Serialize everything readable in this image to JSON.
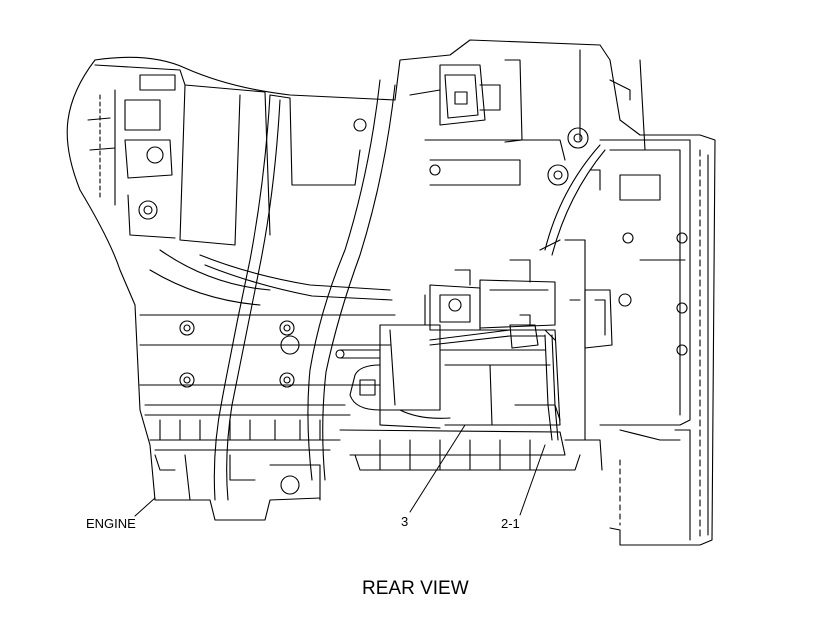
{
  "diagram": {
    "view_caption": "REAR VIEW",
    "callouts": {
      "engine": "ENGINE",
      "item_3": "3",
      "item_2_1": "2-1"
    },
    "line_color": "#000000",
    "background": "#ffffff"
  }
}
